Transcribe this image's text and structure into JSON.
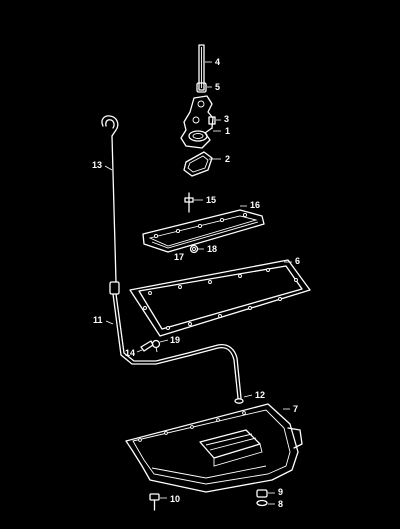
{
  "diagram": {
    "labels": [
      {
        "id": "1",
        "text": "1"
      },
      {
        "id": "2",
        "text": "2"
      },
      {
        "id": "3",
        "text": "3"
      },
      {
        "id": "4",
        "text": "4"
      },
      {
        "id": "5",
        "text": "5"
      },
      {
        "id": "6",
        "text": "6"
      },
      {
        "id": "7",
        "text": "7"
      },
      {
        "id": "8",
        "text": "8"
      },
      {
        "id": "9",
        "text": "9"
      },
      {
        "id": "10",
        "text": "10"
      },
      {
        "id": "11",
        "text": "11"
      },
      {
        "id": "12",
        "text": "12"
      },
      {
        "id": "13",
        "text": "13"
      },
      {
        "id": "14",
        "text": "14"
      },
      {
        "id": "15",
        "text": "15"
      },
      {
        "id": "16",
        "text": "16"
      },
      {
        "id": "17",
        "text": "17"
      },
      {
        "id": "18",
        "text": "18"
      },
      {
        "id": "19",
        "text": "19"
      }
    ]
  },
  "colors": {
    "background": "#000000",
    "line": "#ffffff"
  }
}
